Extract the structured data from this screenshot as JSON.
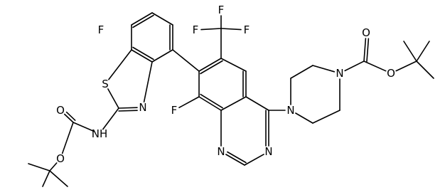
{
  "molecule": {
    "atom_labels": {
      "f_benzothiazole": "F",
      "s_thiazole": "S",
      "n_thiazole": "N",
      "nh_carbamate": "NH",
      "o_carbamate_carbonyl": "O",
      "o_carbamate_ester": "O",
      "f_cf3_top": "F",
      "f_cf3_left": "F",
      "f_cf3_right": "F",
      "f_quinazoline": "F",
      "n_quinazoline_1": "N",
      "n_quinazoline_3": "N",
      "n_piperazine_aryl": "N",
      "n_piperazine_boc": "N",
      "o_boc_carbonyl": "O",
      "o_boc_ester": "O"
    }
  }
}
